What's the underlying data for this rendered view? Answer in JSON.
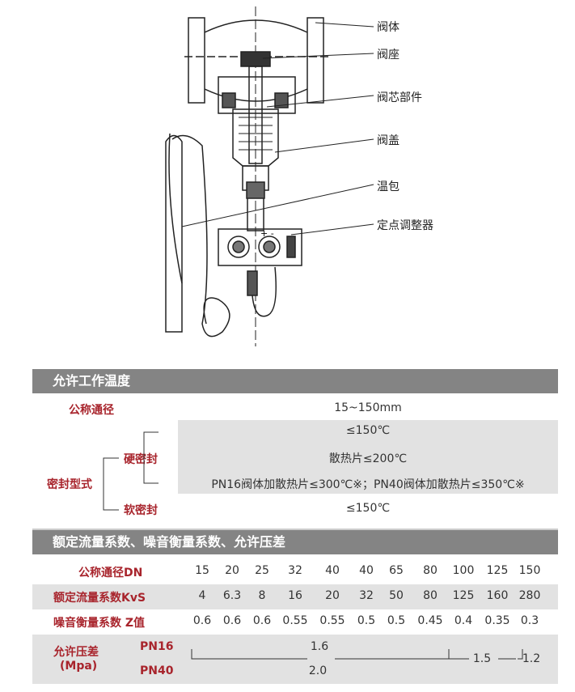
{
  "diagram_labels": [
    "阀体",
    "阀座",
    "阀芯部件",
    "阀盖",
    "温包",
    "定点调整器"
  ],
  "adjuster_marks": "+ -",
  "temp_section": {
    "title": "允许工作温度",
    "nominal_label": "公称通径",
    "nominal_value": "15~150mm",
    "seal_type_label": "密封型式",
    "hard_seal_label": "硬密封",
    "soft_seal_label": "软密封",
    "hard_values": [
      "≤150℃",
      "散热片≤200℃",
      "PN16阀体加散热片≤300℃※；PN40阀体加散热片≤350℃※"
    ],
    "soft_value": "≤150℃"
  },
  "flow_section": {
    "title": "额定流量系数、噪音衡量系数、允许压差",
    "rows": [
      {
        "label": "公称通径DN",
        "values": [
          "15",
          "20",
          "25",
          "32",
          "40",
          "40",
          "65",
          "80",
          "100",
          "125",
          "150"
        ]
      },
      {
        "label": "额定流量系数KvS",
        "values": [
          "4",
          "6.3",
          "8",
          "16",
          "20",
          "32",
          "50",
          "80",
          "125",
          "160",
          "280"
        ]
      },
      {
        "label": "噪音衡量系数 Z值",
        "values": [
          "0.6",
          "0.6",
          "0.6",
          "0.55",
          "0.55",
          "0.5",
          "0.5",
          "0.45",
          "0.4",
          "0.35",
          "0.3"
        ]
      }
    ],
    "pressure_label": "允许压差",
    "pressure_unit": "(Mpa)",
    "pn16_label": "PN16",
    "pn40_label": "PN40",
    "pn16_values": [
      "1.6",
      "1.5",
      "1.2"
    ],
    "pn40_value": "2.0"
  },
  "colors": {
    "header": "#848484",
    "accent": "#a8242c",
    "row": "#e2e2e2"
  }
}
